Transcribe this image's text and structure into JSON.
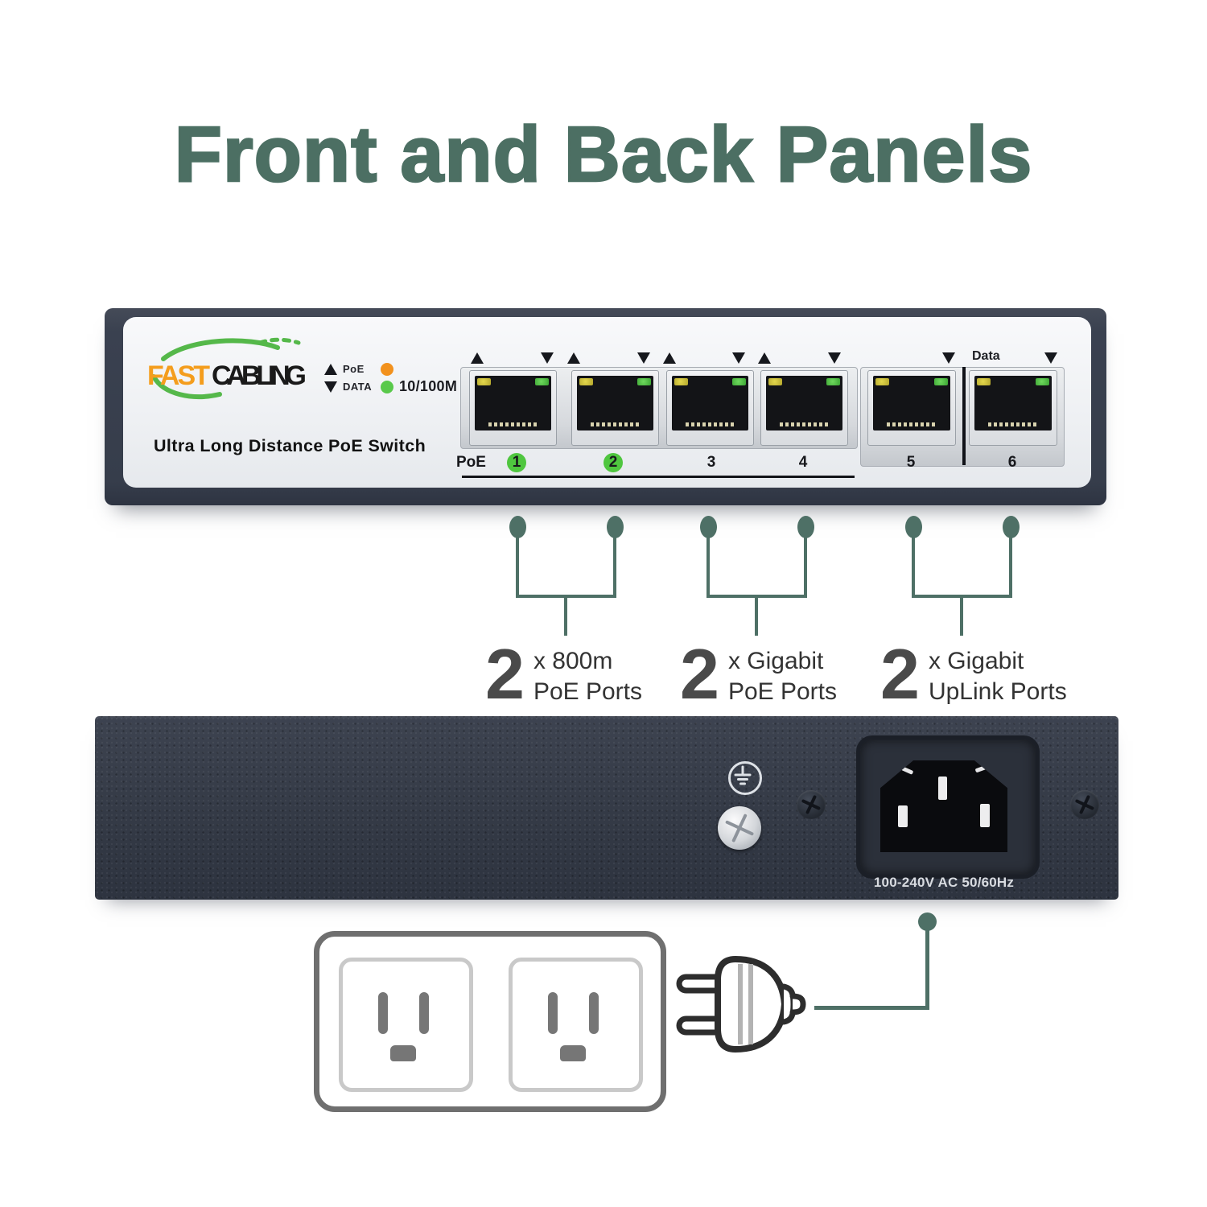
{
  "title": "Front and Back Panels",
  "front_panel": {
    "brand_fast": "FAST",
    "brand_cabling": "CABLING",
    "tagline": "Ultra Long Distance PoE Switch",
    "legend": {
      "poe_label": "PoE",
      "data_label": "DATA",
      "speed_label": "10/100M"
    },
    "ports_row_label": "PoE",
    "uplink_label": "Data",
    "ports": [
      {
        "number": "1"
      },
      {
        "number": "2"
      },
      {
        "number": "3"
      },
      {
        "number": "4"
      },
      {
        "number": "5"
      },
      {
        "number": "6"
      }
    ]
  },
  "callouts": [
    {
      "count": "2",
      "line1": "x 800m",
      "line2": "PoE Ports"
    },
    {
      "count": "2",
      "line1": "x Gigabit",
      "line2": "PoE Ports"
    },
    {
      "count": "2",
      "line1": "x Gigabit",
      "line2": "UpLink Ports"
    }
  ],
  "back_panel": {
    "power_rating": "100-240V AC 50/60Hz"
  },
  "colors": {
    "title_green": "#4c6f63",
    "callout_teal": "#4e7066",
    "led_orange": "#f2911d",
    "led_green": "#59c94b",
    "port_number_highlight": "#4fc63f",
    "front_frame": "#3a4150",
    "back_metal": "#363c48"
  }
}
